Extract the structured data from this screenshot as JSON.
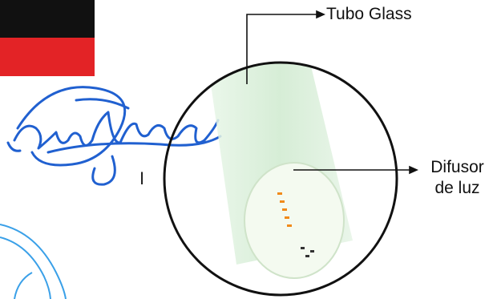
{
  "labels": {
    "tube": "Tubo Glass",
    "diffuser_line1": "Difusor",
    "diffuser_line2": "de luz",
    "mark": "I"
  },
  "colors": {
    "flag_black": "#111111",
    "flag_red": "#e32326",
    "signature_blue": "#2060d0",
    "stamp_blue": "#3aa0e8",
    "tube_green": "#cfeacf",
    "led_orange": "#f08a1a",
    "outline": "#111111"
  },
  "icons": [
    "flag-stripe",
    "signature",
    "stamp-seal",
    "magnifier-circle",
    "led-strip"
  ]
}
